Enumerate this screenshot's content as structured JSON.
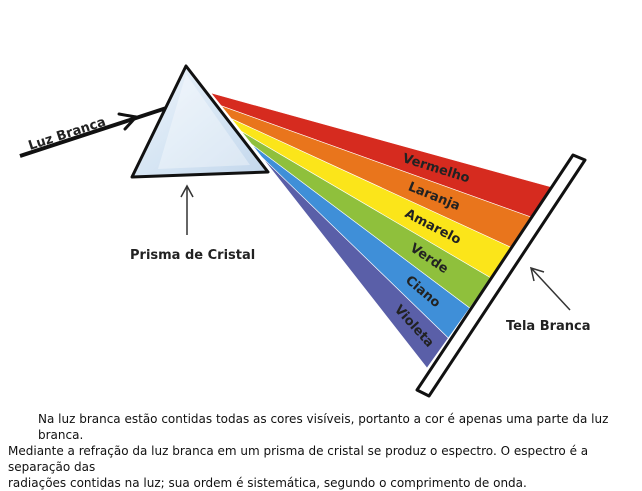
{
  "diagram": {
    "labels": {
      "incoming_light": "Luz Branca",
      "prism": "Prisma de Cristal",
      "screen": "Tela Branca"
    },
    "bands": [
      {
        "label": "Vermelho",
        "color": "#d62b1f"
      },
      {
        "label": "Laranja",
        "color": "#e9751c"
      },
      {
        "label": "Amarelo",
        "color": "#fbe51a"
      },
      {
        "label": "Verde",
        "color": "#8fc03c"
      },
      {
        "label": "Ciano",
        "color": "#3f8fd8"
      },
      {
        "label": "Violeta",
        "color": "#5a5fa8"
      }
    ]
  },
  "caption": {
    "line1": "Na luz branca estão contidas todas as cores visíveis, portanto a cor é apenas uma parte da luz branca.",
    "line2": "Mediante a refração da luz branca em um prisma de cristal se produz o espectro. O espectro é a separação das",
    "line3": "radiações contidas na luz; sua ordem é sistemática, segundo o comprimento de onda."
  }
}
